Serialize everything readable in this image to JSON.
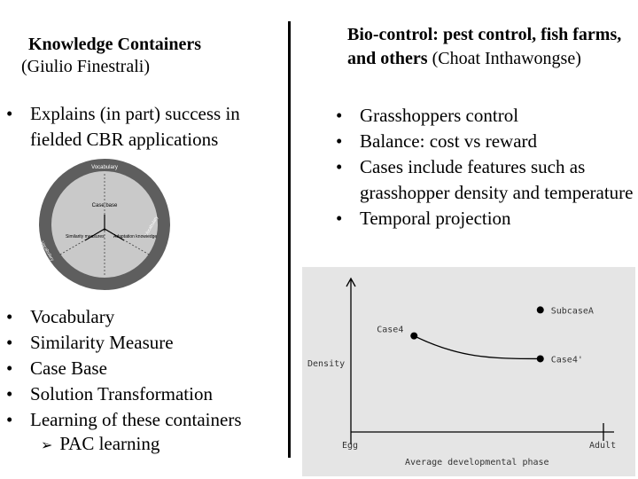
{
  "left": {
    "title_bold": "Knowledge Containers",
    "title_sub": "(Giulio Finestrali)",
    "intro_bullets": [
      "Explains (in part) success in fielded CBR applications"
    ],
    "diagram": {
      "outer_label": "Vocabulary",
      "center_label": "Case base",
      "left_label": "Similarity measures",
      "right_label": "Adaptation knowledge",
      "arc_left": "Vocabulary",
      "arc_right": "Vocabulary"
    },
    "bullets": [
      "Vocabulary",
      "Similarity Measure",
      "Case Base",
      "Solution Transformation",
      "Learning of these containers"
    ],
    "sub_bullet": "PAC learning"
  },
  "right": {
    "title_bold": "Bio-control: pest control, fish farms, and others",
    "title_rest": " (Choat Inthawongse)",
    "bullets": [
      "Grasshoppers control",
      "Balance: cost vs reward",
      "Cases include features such as grasshopper density and temperature",
      "Temporal projection"
    ]
  },
  "chart_data": {
    "type": "scatter",
    "title": "",
    "xlabel": "Average developmental phase",
    "ylabel": "Density",
    "x_tick_labels": [
      "Egg",
      "Adult"
    ],
    "points": [
      {
        "label": "Case4",
        "x": 0.25,
        "y": 0.63
      },
      {
        "label": "Case4'",
        "x": 0.75,
        "y": 0.48
      },
      {
        "label": "SubcaseA",
        "x": 0.75,
        "y": 0.8
      }
    ],
    "curve_from": "Case4",
    "curve_to": "Case4'",
    "background": "#e5e5e5"
  }
}
